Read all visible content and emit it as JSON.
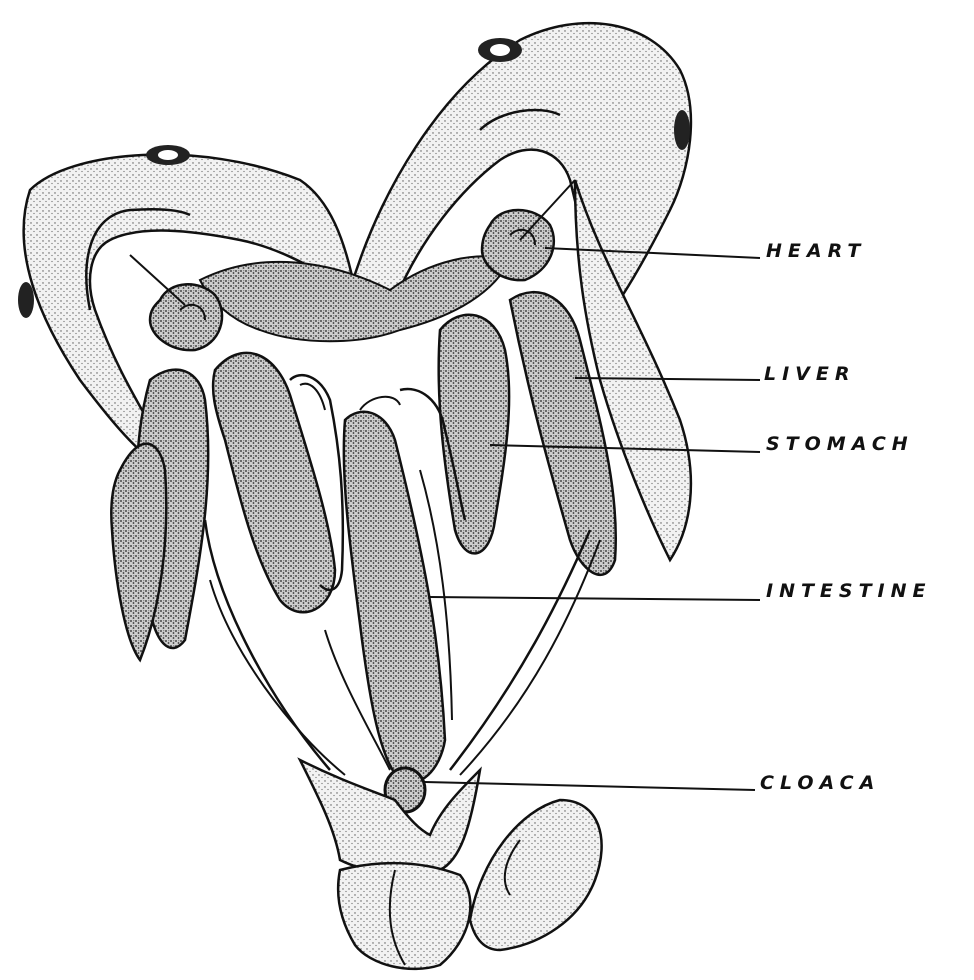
{
  "labels": {
    "heart": "HEART",
    "liver": "LIVER",
    "stomach": "STOMACH",
    "intestine": "INTESTINE",
    "cloaca": "CLOACA"
  },
  "colors": {
    "ink": "#111111",
    "tissue_light": "#d9d9d9",
    "tissue_dark": "#9a9a9a",
    "background": "#ffffff"
  }
}
